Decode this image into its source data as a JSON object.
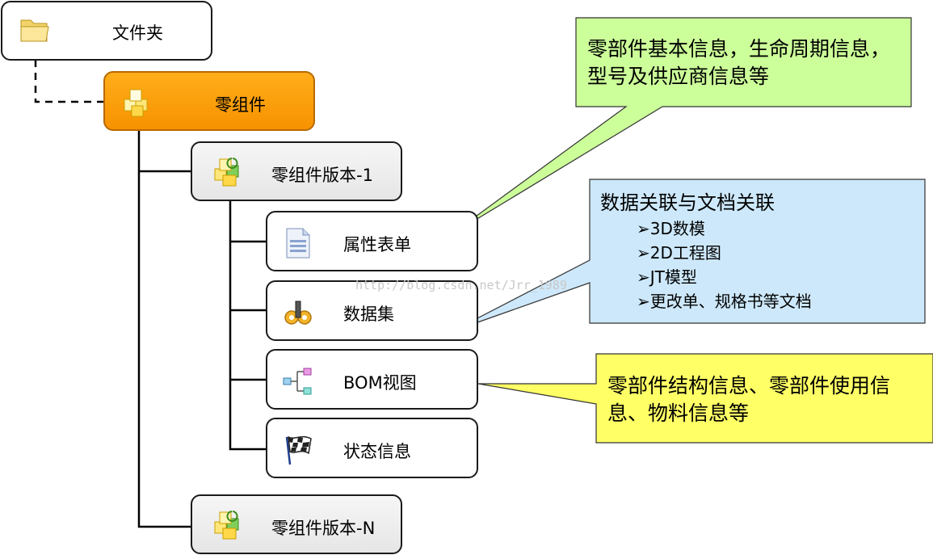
{
  "nodes": {
    "folder": "文件夹",
    "part": "零组件",
    "revision1": "零组件版本-1",
    "form": "属性表单",
    "dataset": "数据集",
    "bom": "BOM视图",
    "status": "状态信息",
    "revisionN": "零组件版本-N"
  },
  "callouts": {
    "green": "零部件基本信息，生命周期信息，型号及供应商信息等",
    "blue_title": "数据关联与文档关联",
    "blue_items": [
      "3D数模",
      "2D工程图",
      "JT模型",
      "更改单、规格书等文档"
    ],
    "yellow": "零部件结构信息、零部件使用信息、物料信息等"
  },
  "watermark": "http://blog.csdn.net/Jrr_1989",
  "colors": {
    "part_fill": "#F79A00",
    "revision_fill": "#EDEDED",
    "green_callout": "#CCFF99",
    "blue_callout": "#CDE8FA",
    "yellow_callout": "#FFFF66"
  }
}
